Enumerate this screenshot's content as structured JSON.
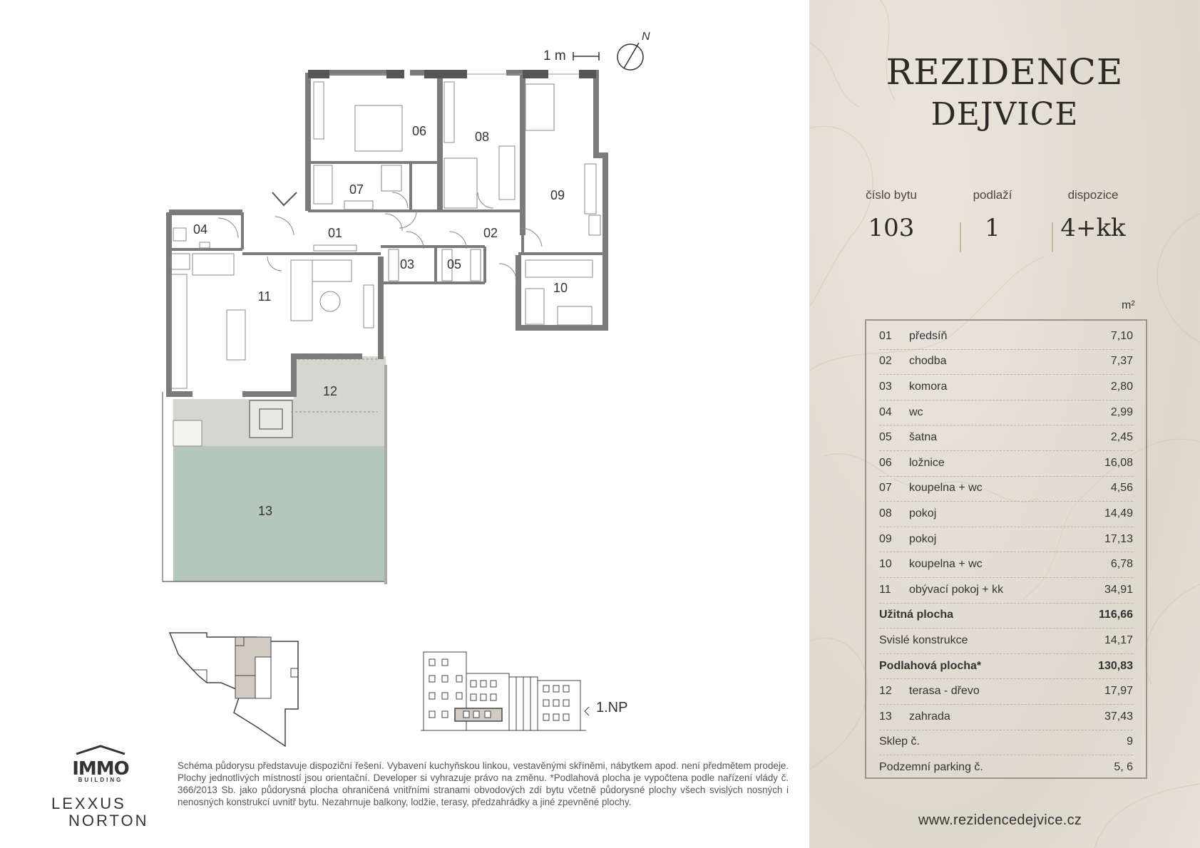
{
  "brand": {
    "line1": "REZIDENCE",
    "line2": "DEJVICE"
  },
  "info": {
    "apartment_label": "číslo bytu",
    "apartment_value": "103",
    "floor_label": "podlaží",
    "floor_value": "1",
    "layout_label": "dispozice",
    "layout_value": "4+kk"
  },
  "unit_header": "m²",
  "rooms": [
    {
      "num": "01",
      "name": "předsíň",
      "area": "7,10"
    },
    {
      "num": "02",
      "name": "chodba",
      "area": "7,37"
    },
    {
      "num": "03",
      "name": "komora",
      "area": "2,80"
    },
    {
      "num": "04",
      "name": "wc",
      "area": "2,99"
    },
    {
      "num": "05",
      "name": "šatna",
      "area": "2,45"
    },
    {
      "num": "06",
      "name": "ložnice",
      "area": "16,08"
    },
    {
      "num": "07",
      "name": "koupelna + wc",
      "area": "4,56"
    },
    {
      "num": "08",
      "name": "pokoj",
      "area": "14,49"
    },
    {
      "num": "09",
      "name": "pokoj",
      "area": "17,13"
    },
    {
      "num": "10",
      "name": "koupelna + wc",
      "area": "6,78"
    },
    {
      "num": "11",
      "name": "obývací pokoj + kk",
      "area": "34,91"
    }
  ],
  "summary": [
    {
      "name": "Užitná plocha",
      "area": "116,66",
      "bold": true
    },
    {
      "name": "Svislé konstrukce",
      "area": "14,17",
      "bold": false
    },
    {
      "name": "Podlahová plocha*",
      "area": "130,83",
      "bold": true
    }
  ],
  "outdoor": [
    {
      "num": "12",
      "name": "terasa - dřevo",
      "area": "17,97"
    },
    {
      "num": "13",
      "name": "zahrada",
      "area": "37,43"
    }
  ],
  "extras": [
    {
      "name": "Sklep č.",
      "value": "9"
    },
    {
      "name": "Podzemní parking č.",
      "value": "5, 6"
    }
  ],
  "plan_labels": {
    "r01": "01",
    "r02": "02",
    "r03": "03",
    "r04": "04",
    "r05": "05",
    "r06": "06",
    "r07": "07",
    "r08": "08",
    "r09": "09",
    "r10": "10",
    "r11": "11",
    "r12": "12",
    "r13": "13"
  },
  "scale_label": "1 m",
  "north_label": "N",
  "floor_marker": "1.NP",
  "disclaimer": "Schéma půdorysu představuje dispoziční řešení. Vybavení kuchyňskou linkou, vestavěnými skříněmi, nábytkem apod. není předmětem prodeje. Plochy jednotlivých místností jsou orientační. Developer si vyhrazuje právo na změnu. *Podlahová plocha je vypočtena podle nařízení vlády č. 366/2013 Sb. jako půdorysná plocha ohraničená vnitřními stranami obvodových zdí bytu včetně půdorysné plochy všech svislých nosných i nenosných konstrukcí uvnitř bytu. Nezahrnuje balkony, lodžie, terasy, předzahrádky a jiné zpevněné plochy.",
  "website": "www.rezidencedejvice.cz",
  "logos": {
    "immo": "IMMO",
    "building": "BUILDING",
    "lexxus": "LEXXUS",
    "norton": "NORTON"
  }
}
